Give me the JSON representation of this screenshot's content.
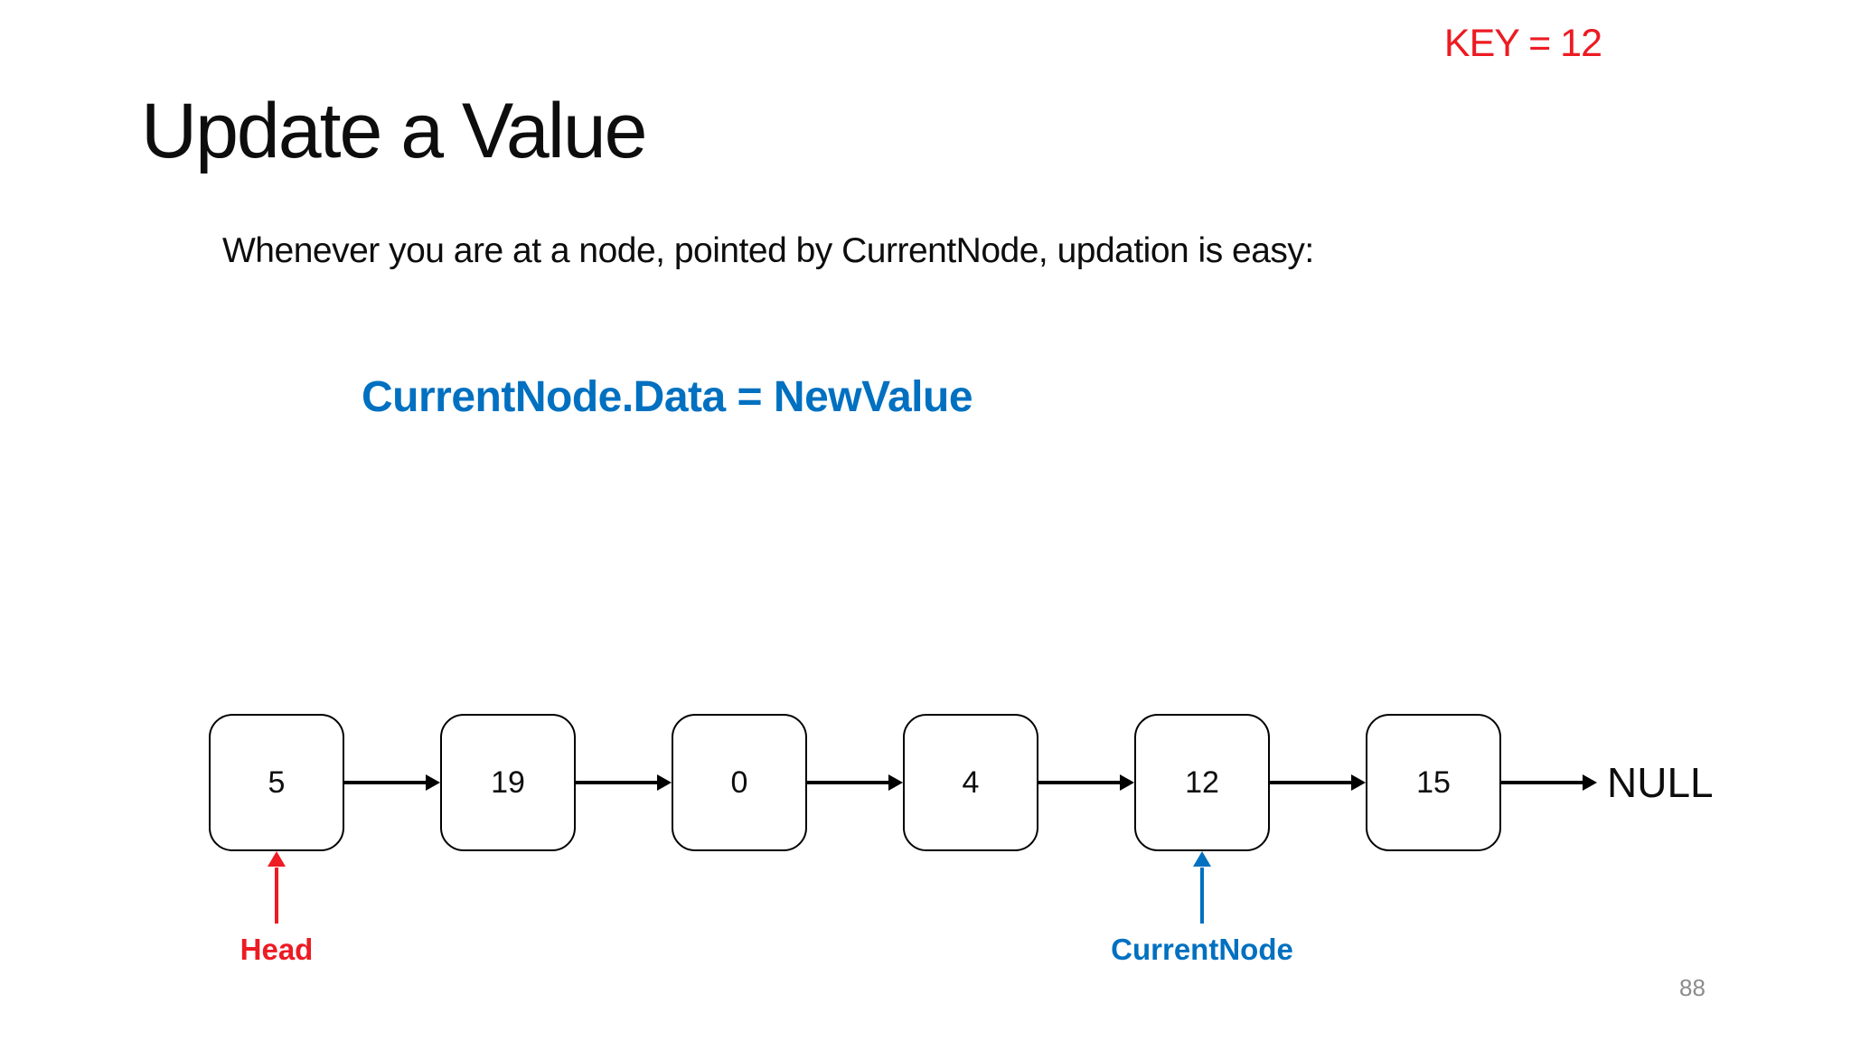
{
  "slide": {
    "key_label": "KEY = 12",
    "title": "Update a Value",
    "subtitle": "Whenever you are at a node, pointed by CurrentNode, updation is easy:",
    "code_statement": "CurrentNode.Data = NewValue",
    "page_number": "88"
  },
  "diagram": {
    "type": "singly-linked-list",
    "nodes": [
      {
        "value": "5"
      },
      {
        "value": "19"
      },
      {
        "value": "0"
      },
      {
        "value": "4"
      },
      {
        "value": "12"
      },
      {
        "value": "15"
      }
    ],
    "null_label": "NULL",
    "pointers": [
      {
        "label": "Head",
        "points_to_node_value": "5",
        "color": "#ED1B23"
      },
      {
        "label": "CurrentNode",
        "points_to_node_value": "12",
        "color": "#0070C0"
      }
    ]
  },
  "colors": {
    "background": "#FFFFFF",
    "key_red": "#ED1B23",
    "accent_blue": "#0070C0",
    "ink": "#000000",
    "page_number_gray": "#8C8C8C"
  }
}
